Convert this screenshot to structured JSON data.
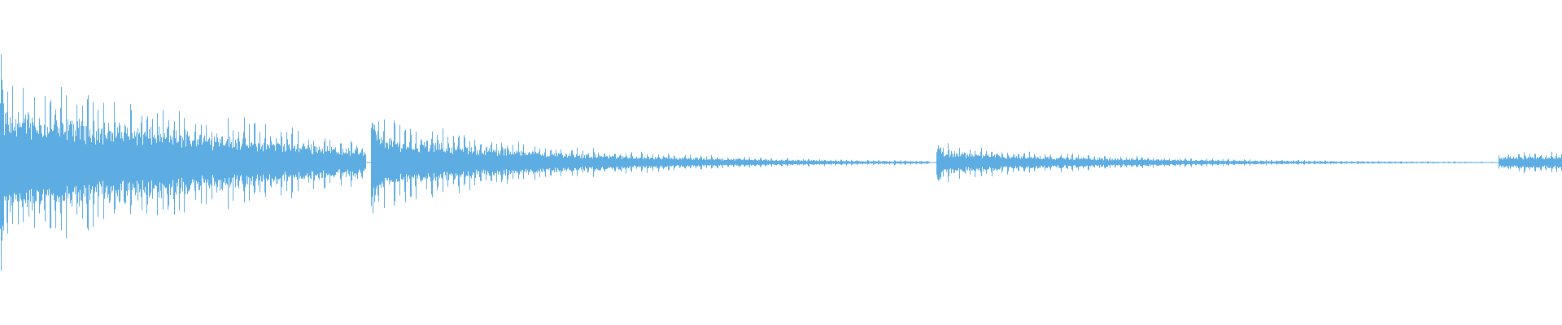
{
  "waveform": {
    "color": "#5dade2",
    "background": "#ffffff",
    "segments": [
      {
        "start_frac": 0.0,
        "end_frac": 0.234,
        "peak_amplitude": 0.95,
        "decay": "slow",
        "onset_strength": 1.0
      },
      {
        "start_frac": 0.237,
        "end_frac": 0.595,
        "peak_amplitude": 0.55,
        "decay": "medium",
        "onset_strength": 0.9
      },
      {
        "start_frac": 0.599,
        "end_frac": 0.957,
        "peak_amplitude": 0.22,
        "decay": "medium",
        "onset_strength": 0.8
      },
      {
        "start_frac": 0.959,
        "end_frac": 1.0,
        "peak_amplitude": 0.12,
        "decay": "none",
        "onset_strength": 0.7
      }
    ]
  }
}
